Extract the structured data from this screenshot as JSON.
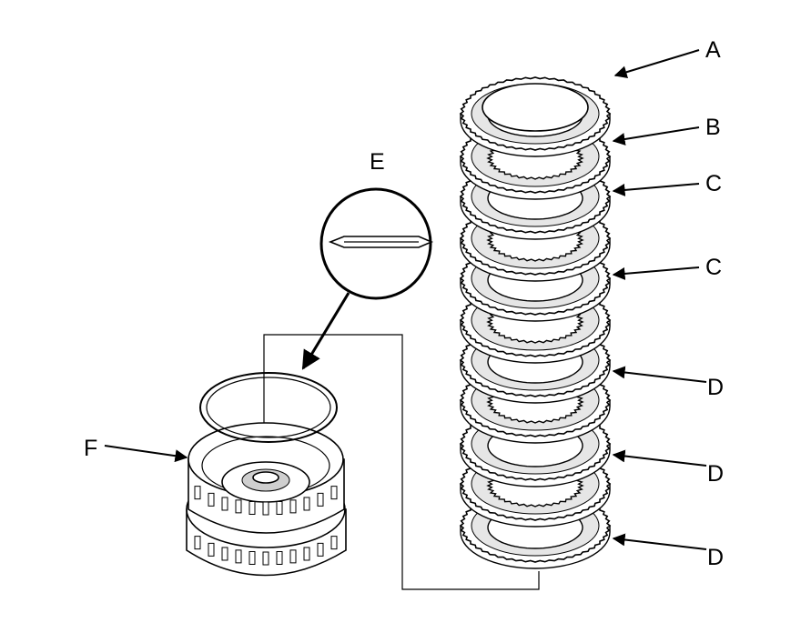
{
  "labels": {
    "a": "A",
    "b": "B",
    "c_upper": "C",
    "c_lower": "C",
    "d_upper": "D",
    "d_middle": "D",
    "d_lower": "D",
    "e": "E",
    "f": "F"
  },
  "colors": {
    "line": "#000000",
    "background": "#ffffff",
    "shading": "#cfcfcf"
  }
}
